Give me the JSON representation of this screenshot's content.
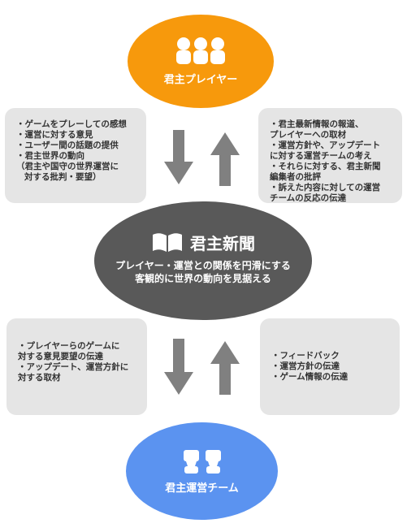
{
  "players": {
    "label": "君主プレイヤー",
    "icon": "three-people-icon"
  },
  "team": {
    "label": "君主運営チーム",
    "icon": "two-people-icon"
  },
  "news": {
    "title": "君主新聞",
    "subtitle_line1": "プレイヤー・運営との関係を円滑にする",
    "subtitle_line2": "客観的に世界の動向を見据える",
    "icon": "open-book-icon"
  },
  "box_tl": {
    "items": [
      "ゲームをプレーしての感想",
      "運営に対する意見",
      "ユーザー間の話題の提供",
      "君主世界の動向"
    ],
    "cont1": "（君主や国守の世界運営に",
    "cont2": "対する批判・要望）"
  },
  "box_tr": {
    "l1": "君主最新情報の報道、",
    "l1b": "プレイヤーへの取材",
    "l2": "運営方針や、アップデート",
    "l2b": "に対する運営チームの考え",
    "l3": "それらに対する、君主新聞",
    "l3b": "編集者の批評",
    "l4": "訴えた内容に対しての運営",
    "l4b": "チームの反応の伝達"
  },
  "box_bl": {
    "l1": "プレイヤーらのゲームに",
    "l1b": "対する意見要望の伝達",
    "l2": "アップデート、運営方針に",
    "l2b": "対する取材"
  },
  "box_br": {
    "items": [
      "フィードバック",
      "運営方針の伝達",
      "ゲーム情報の伝達"
    ]
  },
  "colors": {
    "players": "#f7990c",
    "team": "#5b93f0",
    "news": "#595959",
    "box": "#e5e5e5",
    "arrow": "#808080"
  }
}
